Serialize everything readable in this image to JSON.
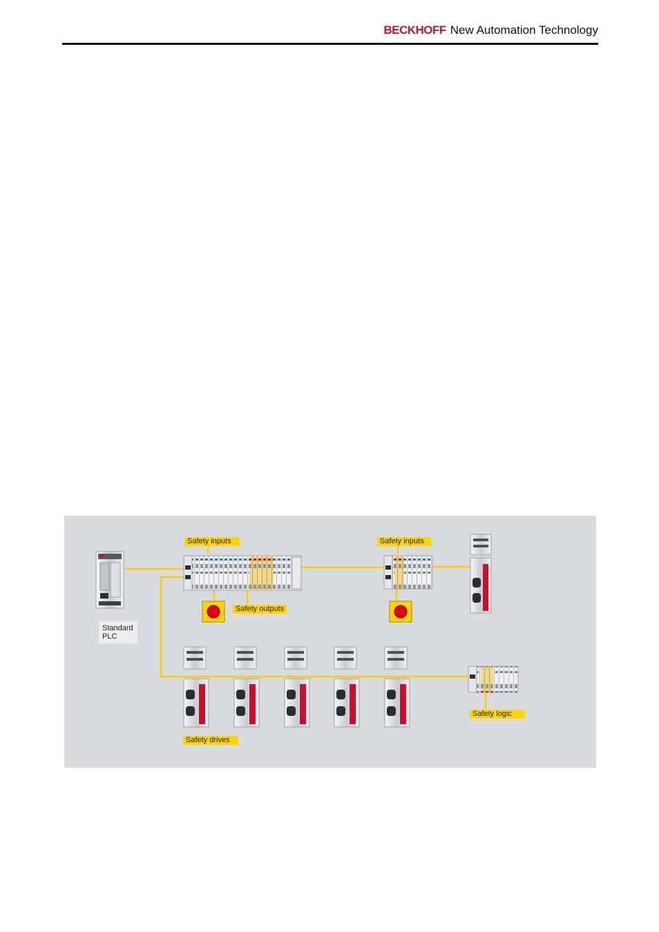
{
  "header": {
    "brand_name": "BECKHOFF",
    "tagline": "New Automation Technology",
    "brand_color": "#d0102e"
  },
  "diagram": {
    "labels": {
      "safety_inputs_1": "Safety inputs",
      "safety_inputs_2": "Safety inputs",
      "safety_outputs": "Safety outputs",
      "standard_plc_line1": "Standard",
      "standard_plc_line2": "PLC",
      "safety_drives": "Safety drives",
      "safety_logic": "Safety logic"
    },
    "colors": {
      "network_line": "#ffcc00",
      "label_fill": "#ffd400",
      "background": "#d9dcdf",
      "drive_accent": "#c8102e",
      "estop_button": "#e3001b"
    }
  }
}
